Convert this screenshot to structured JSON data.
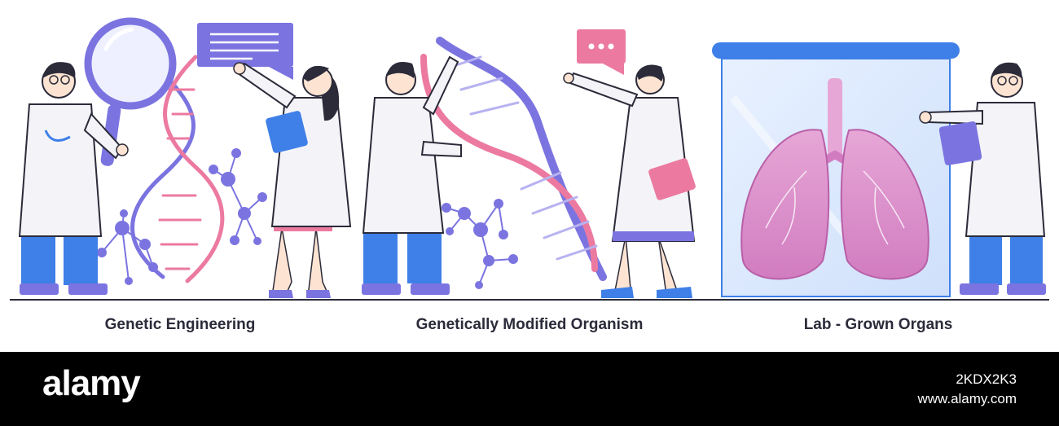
{
  "panels": [
    {
      "caption": "Genetic Engineering"
    },
    {
      "caption": "Genetically Modified Organism"
    },
    {
      "caption": "Lab - Grown Organs"
    }
  ],
  "footer": {
    "logo": "alamy",
    "image_id": "2KDX2K3",
    "site": "www.alamy.com"
  },
  "icons": [
    "magnifier-icon",
    "speech-bubble-icon",
    "dna-helix-icon",
    "molecule-icon",
    "clipboard-icon",
    "lungs-icon"
  ],
  "colors": {
    "purple": "#7b74e0",
    "pink": "#ec7aa0",
    "blue": "#3f7fe8",
    "dark": "#2b2b3a",
    "footer_bg": "#000000"
  }
}
